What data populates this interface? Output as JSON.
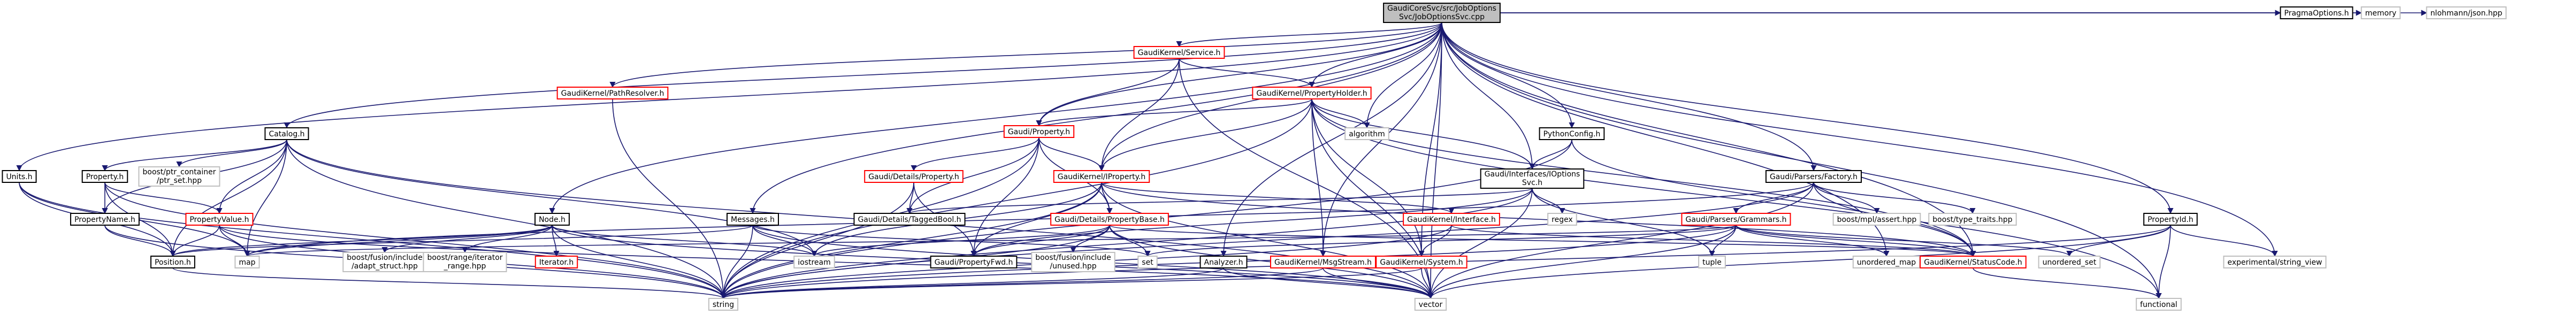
{
  "colors": {
    "edge": "#191970",
    "node_fill": "#ffffff",
    "node_stroke_default": "#bfbfbf",
    "node_stroke_documented": "#000000",
    "node_stroke_linked": "#ff0000",
    "root_fill": "#bfbfbf",
    "text": "#000000"
  },
  "nodes": [
    {
      "id": "root",
      "lines": [
        "GaudiCoreSvc/src/JobOptions",
        "Svc/JobOptionsSvc.cpp"
      ],
      "kind": "root"
    },
    {
      "id": "units",
      "lines": [
        "Units.h"
      ],
      "kind": "documented"
    },
    {
      "id": "catalog",
      "lines": [
        "Catalog.h"
      ],
      "kind": "documented"
    },
    {
      "id": "property_h",
      "lines": [
        "Property.h"
      ],
      "kind": "documented"
    },
    {
      "id": "propertyname",
      "lines": [
        "PropertyName.h"
      ],
      "kind": "documented"
    },
    {
      "id": "propertyvalue",
      "lines": [
        "PropertyValue.h"
      ],
      "kind": "linked"
    },
    {
      "id": "ptr_container",
      "lines": [
        "boost/ptr_container",
        "/ptr_set.hpp"
      ],
      "kind": "default"
    },
    {
      "id": "position",
      "lines": [
        "Position.h"
      ],
      "kind": "documented"
    },
    {
      "id": "map",
      "lines": [
        "map"
      ],
      "kind": "default"
    },
    {
      "id": "string",
      "lines": [
        "string"
      ],
      "kind": "default"
    },
    {
      "id": "pathresolver",
      "lines": [
        "GaudiKernel/PathResolver.h"
      ],
      "kind": "linked"
    },
    {
      "id": "node",
      "lines": [
        "Node.h"
      ],
      "kind": "documented"
    },
    {
      "id": "fusion_adapt",
      "lines": [
        "boost/fusion/include",
        "/adapt_struct.hpp"
      ],
      "kind": "default"
    },
    {
      "id": "range_iter",
      "lines": [
        "boost/range/iterator",
        "_range.hpp"
      ],
      "kind": "default"
    },
    {
      "id": "iterator",
      "lines": [
        "Iterator.h"
      ],
      "kind": "linked"
    },
    {
      "id": "messages",
      "lines": [
        "Messages.h"
      ],
      "kind": "documented"
    },
    {
      "id": "iostream",
      "lines": [
        "iostream"
      ],
      "kind": "default"
    },
    {
      "id": "service",
      "lines": [
        "GaudiKernel/Service.h"
      ],
      "kind": "linked"
    },
    {
      "id": "gaudi_property",
      "lines": [
        "Gaudi/Property.h"
      ],
      "kind": "linked"
    },
    {
      "id": "details_property",
      "lines": [
        "Gaudi/Details/Property.h"
      ],
      "kind": "linked"
    },
    {
      "id": "taggedbool",
      "lines": [
        "Gaudi/Details/TaggedBool.h"
      ],
      "kind": "documented"
    },
    {
      "id": "iproperty",
      "lines": [
        "GaudiKernel/IProperty.h"
      ],
      "kind": "linked"
    },
    {
      "id": "propertybase",
      "lines": [
        "Gaudi/Details/PropertyBase.h"
      ],
      "kind": "linked"
    },
    {
      "id": "propertyfwd",
      "lines": [
        "Gaudi/PropertyFwd.h"
      ],
      "kind": "documented"
    },
    {
      "id": "fusion_unused",
      "lines": [
        "boost/fusion/include",
        "/unused.hpp"
      ],
      "kind": "default"
    },
    {
      "id": "set",
      "lines": [
        "set"
      ],
      "kind": "default"
    },
    {
      "id": "propertyholder",
      "lines": [
        "GaudiKernel/PropertyHolder.h"
      ],
      "kind": "linked"
    },
    {
      "id": "algorithm",
      "lines": [
        "algorithm"
      ],
      "kind": "default"
    },
    {
      "id": "analyzer",
      "lines": [
        "Analyzer.h"
      ],
      "kind": "documented"
    },
    {
      "id": "msgstream",
      "lines": [
        "GaudiKernel/MsgStream.h"
      ],
      "kind": "linked"
    },
    {
      "id": "system",
      "lines": [
        "GaudiKernel/System.h"
      ],
      "kind": "linked"
    },
    {
      "id": "vector",
      "lines": [
        "vector"
      ],
      "kind": "default"
    },
    {
      "id": "interface",
      "lines": [
        "GaudiKernel/Interface.h"
      ],
      "kind": "linked"
    },
    {
      "id": "pythonconfig",
      "lines": [
        "PythonConfig.h"
      ],
      "kind": "documented"
    },
    {
      "id": "ijoboptions",
      "lines": [
        "Gaudi/Interfaces/IOptions",
        "Svc.h"
      ],
      "kind": "documented"
    },
    {
      "id": "regex",
      "lines": [
        "regex"
      ],
      "kind": "default"
    },
    {
      "id": "tuple",
      "lines": [
        "tuple"
      ],
      "kind": "default"
    },
    {
      "id": "parsers_factory",
      "lines": [
        "Gaudi/Parsers/Factory.h"
      ],
      "kind": "documented"
    },
    {
      "id": "grammars",
      "lines": [
        "Gaudi/Parsers/Grammars.h"
      ],
      "kind": "linked"
    },
    {
      "id": "mpl_assert",
      "lines": [
        "boost/mpl/assert.hpp"
      ],
      "kind": "default"
    },
    {
      "id": "type_traits",
      "lines": [
        "boost/type_traits.hpp"
      ],
      "kind": "default"
    },
    {
      "id": "unordered_map",
      "lines": [
        "unordered_map"
      ],
      "kind": "default"
    },
    {
      "id": "statuscode",
      "lines": [
        "GaudiKernel/StatusCode.h"
      ],
      "kind": "linked"
    },
    {
      "id": "unordered_set",
      "lines": [
        "unordered_set"
      ],
      "kind": "default"
    },
    {
      "id": "propertyid",
      "lines": [
        "PropertyId.h"
      ],
      "kind": "documented"
    },
    {
      "id": "string_view",
      "lines": [
        "experimental/string_view"
      ],
      "kind": "default"
    },
    {
      "id": "functional",
      "lines": [
        "functional"
      ],
      "kind": "default"
    },
    {
      "id": "pragmaoptions",
      "lines": [
        "PragmaOptions.h"
      ],
      "kind": "documented"
    },
    {
      "id": "memory",
      "lines": [
        "memory"
      ],
      "kind": "default"
    },
    {
      "id": "json",
      "lines": [
        "nlohmann/json.hpp"
      ],
      "kind": "default"
    }
  ],
  "edges": [
    [
      "root",
      "units"
    ],
    [
      "root",
      "catalog"
    ],
    [
      "root",
      "pathresolver"
    ],
    [
      "root",
      "node"
    ],
    [
      "root",
      "messages"
    ],
    [
      "root",
      "service"
    ],
    [
      "root",
      "gaudi_property"
    ],
    [
      "root",
      "iproperty"
    ],
    [
      "root",
      "propertyholder"
    ],
    [
      "root",
      "algorithm"
    ],
    [
      "root",
      "analyzer"
    ],
    [
      "root",
      "msgstream"
    ],
    [
      "root",
      "system"
    ],
    [
      "root",
      "vector"
    ],
    [
      "root",
      "pythonconfig"
    ],
    [
      "root",
      "ijoboptions"
    ],
    [
      "root",
      "parsers_factory"
    ],
    [
      "root",
      "statuscode"
    ],
    [
      "root",
      "unordered_map"
    ],
    [
      "root",
      "propertyid"
    ],
    [
      "root",
      "string_view"
    ],
    [
      "root",
      "functional"
    ],
    [
      "root",
      "pragmaoptions"
    ],
    [
      "root",
      "memory"
    ],
    [
      "root",
      "json"
    ],
    [
      "units",
      "position"
    ],
    [
      "units",
      "map"
    ],
    [
      "units",
      "string"
    ],
    [
      "catalog",
      "property_h"
    ],
    [
      "catalog",
      "propertyname"
    ],
    [
      "catalog",
      "propertyvalue"
    ],
    [
      "catalog",
      "ptr_container"
    ],
    [
      "catalog",
      "map"
    ],
    [
      "catalog",
      "string"
    ],
    [
      "catalog",
      "position"
    ],
    [
      "catalog",
      "iostream"
    ],
    [
      "catalog",
      "vector"
    ],
    [
      "property_h",
      "propertyname"
    ],
    [
      "property_h",
      "propertyvalue"
    ],
    [
      "property_h",
      "position"
    ],
    [
      "property_h",
      "string"
    ],
    [
      "propertyname",
      "position"
    ],
    [
      "propertyname",
      "string"
    ],
    [
      "propertyvalue",
      "position"
    ],
    [
      "propertyvalue",
      "map"
    ],
    [
      "propertyvalue",
      "string"
    ],
    [
      "propertyvalue",
      "vector"
    ],
    [
      "position",
      "string"
    ],
    [
      "pathresolver",
      "string"
    ],
    [
      "node",
      "position"
    ],
    [
      "node",
      "fusion_adapt"
    ],
    [
      "node",
      "range_iter"
    ],
    [
      "node",
      "iterator"
    ],
    [
      "node",
      "iostream"
    ],
    [
      "node",
      "string"
    ],
    [
      "node",
      "vector"
    ],
    [
      "node",
      "map"
    ],
    [
      "messages",
      "position"
    ],
    [
      "messages",
      "iostream"
    ],
    [
      "messages",
      "string"
    ],
    [
      "messages",
      "set"
    ],
    [
      "messages",
      "vector"
    ],
    [
      "service",
      "gaudi_property"
    ],
    [
      "service",
      "iproperty"
    ],
    [
      "service",
      "propertyholder"
    ],
    [
      "service",
      "vector"
    ],
    [
      "gaudi_property",
      "details_property"
    ],
    [
      "gaudi_property",
      "taggedbool"
    ],
    [
      "gaudi_property",
      "propertybase"
    ],
    [
      "gaudi_property",
      "propertyfwd"
    ],
    [
      "gaudi_property",
      "iproperty"
    ],
    [
      "gaudi_property",
      "string"
    ],
    [
      "details_property",
      "taggedbool"
    ],
    [
      "details_property",
      "propertyfwd"
    ],
    [
      "details_property",
      "string"
    ],
    [
      "iproperty",
      "propertybase"
    ],
    [
      "iproperty",
      "interface"
    ],
    [
      "iproperty",
      "propertyfwd"
    ],
    [
      "iproperty",
      "iostream"
    ],
    [
      "iproperty",
      "string"
    ],
    [
      "iproperty",
      "vector"
    ],
    [
      "iproperty",
      "statuscode"
    ],
    [
      "propertybase",
      "propertyfwd"
    ],
    [
      "propertybase",
      "fusion_unused"
    ],
    [
      "propertybase",
      "iostream"
    ],
    [
      "propertybase",
      "set"
    ],
    [
      "propertybase",
      "string"
    ],
    [
      "propertybase",
      "statuscode"
    ],
    [
      "propertybase",
      "vector"
    ],
    [
      "propertyholder",
      "gaudi_property"
    ],
    [
      "propertyholder",
      "iproperty"
    ],
    [
      "propertyholder",
      "algorithm"
    ],
    [
      "propertyholder",
      "msgstream"
    ],
    [
      "propertyholder",
      "system"
    ],
    [
      "propertyholder",
      "string"
    ],
    [
      "propertyholder",
      "vector"
    ],
    [
      "propertyholder",
      "functional"
    ],
    [
      "propertyholder",
      "ijoboptions"
    ],
    [
      "propertyholder",
      "statuscode"
    ],
    [
      "analyzer",
      "string"
    ],
    [
      "analyzer",
      "vector"
    ],
    [
      "msgstream",
      "string"
    ],
    [
      "msgstream",
      "vector"
    ],
    [
      "system",
      "string"
    ],
    [
      "system",
      "vector"
    ],
    [
      "interface",
      "system"
    ],
    [
      "interface",
      "statuscode"
    ],
    [
      "interface",
      "string"
    ],
    [
      "pythonconfig",
      "ijoboptions"
    ],
    [
      "pythonconfig",
      "string"
    ],
    [
      "pythonconfig",
      "statuscode"
    ],
    [
      "ijoboptions",
      "regex"
    ],
    [
      "ijoboptions",
      "tuple"
    ],
    [
      "ijoboptions",
      "string"
    ],
    [
      "ijoboptions",
      "vector"
    ],
    [
      "ijoboptions",
      "propertyfwd"
    ],
    [
      "ijoboptions",
      "taggedbool"
    ],
    [
      "parsers_factory",
      "grammars"
    ],
    [
      "parsers_factory",
      "mpl_assert"
    ],
    [
      "parsers_factory",
      "type_traits"
    ],
    [
      "parsers_factory",
      "statuscode"
    ],
    [
      "parsers_factory",
      "string"
    ],
    [
      "parsers_factory",
      "vector"
    ],
    [
      "parsers_factory",
      "map"
    ],
    [
      "grammars",
      "tuple"
    ],
    [
      "grammars",
      "unordered_map"
    ],
    [
      "grammars",
      "unordered_set"
    ],
    [
      "grammars",
      "set"
    ],
    [
      "grammars",
      "map"
    ],
    [
      "grammars",
      "string"
    ],
    [
      "grammars",
      "vector"
    ],
    [
      "grammars",
      "statuscode"
    ],
    [
      "statuscode",
      "functional"
    ],
    [
      "propertyid",
      "functional"
    ],
    [
      "propertyid",
      "string"
    ],
    [
      "propertyid",
      "string_view"
    ],
    [
      "propertyid",
      "vector"
    ],
    [
      "propertyid",
      "unordered_set"
    ]
  ]
}
